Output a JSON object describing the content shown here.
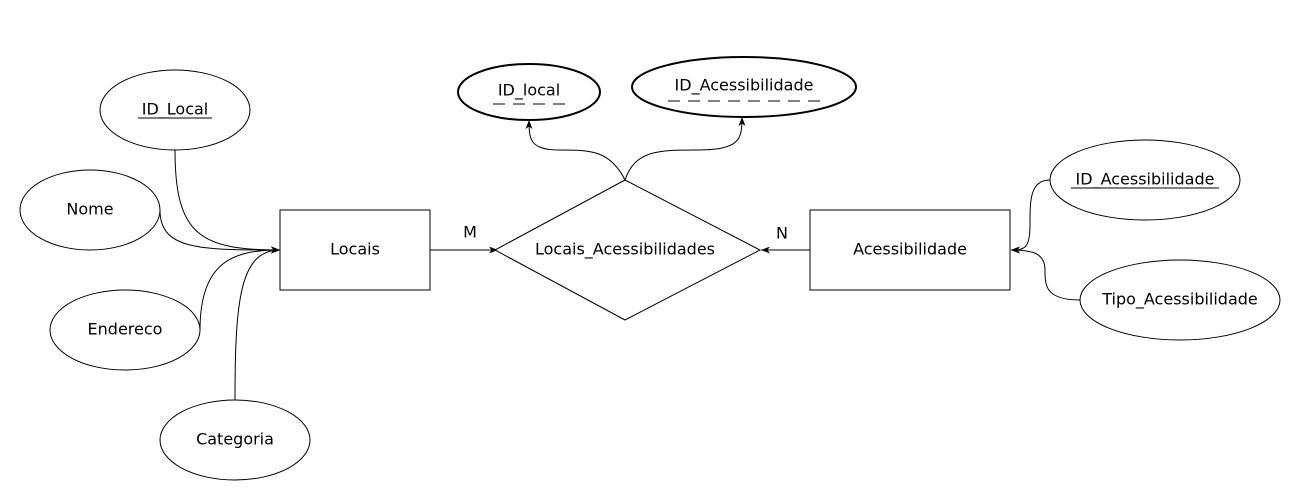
{
  "entities": {
    "locais": "Locais",
    "acessibilidade": "Acessibilidade"
  },
  "relationship": {
    "name": "Locais_Acessibilidades",
    "card_left": "M",
    "card_right": "N"
  },
  "relationship_attributes": {
    "id_local": "ID_local",
    "id_acessibilidade": "ID_Acessibilidade"
  },
  "locais_attributes": {
    "id_local": "ID_Local",
    "nome": "Nome",
    "endereco": "Endereco",
    "categoria": "Categoria"
  },
  "acessibilidade_attributes": {
    "id_acessibilidade": "ID_Acessibilidade",
    "tipo_acessibilidade": "Tipo_Acessibilidade"
  }
}
